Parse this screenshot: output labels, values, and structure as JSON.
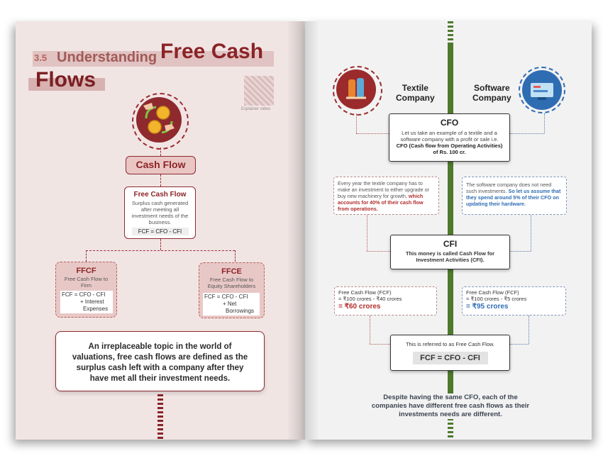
{
  "left": {
    "section_number": "3.5",
    "title_part1": "Understanding",
    "title_part2": "Free Cash",
    "title_part3": "Flows",
    "qr_caption": "Explainer video",
    "cash_flow_label": "Cash Flow",
    "fcf_box": {
      "heading": "Free Cash Flow",
      "description": "Surplus cash generated after meeting all investment needs of the business.",
      "formula": "FCF = CFO - CFI"
    },
    "ffcf_box": {
      "heading": "FFCF",
      "description": "Free Cash Flow to Firm",
      "formula_line1": "FCF = CFO - CFI",
      "formula_line2": "+ Interest",
      "formula_line3": "Expenses"
    },
    "ffce_box": {
      "heading": "FFCE",
      "description": "Free Cash Flow to Equity Shareholders",
      "formula_line1": "FCF = CFO - CFI",
      "formula_line2": "+ Net",
      "formula_line3": "Borrowings"
    },
    "summary": "An irreplaceable topic in the world of valuations, free cash flows are defined as the surplus cash left with a company after they have met all their investment needs."
  },
  "right": {
    "textile_label_1": "Textile",
    "textile_label_2": "Company",
    "software_label_1": "Software",
    "software_label_2": "Company",
    "cfo_box": {
      "heading": "CFO",
      "text": "Let us take an example of a textile and a software company with a profit or sale i.e.",
      "text_bold": "CFO (Cash flow from Operating Activities) of Rs. 100 cr."
    },
    "textile_note": {
      "text": "Every year the textile company has to make an investment to either upgrade or buy new machinery for growth,",
      "highlight": "which accounts for 40% of their cash flow",
      "tail": "from operations."
    },
    "software_note": {
      "text": "The software company does not need such investments.",
      "highlight": "So let us assume that they spend around 5% of their",
      "tail": "CFO on updating their hardware."
    },
    "cfi_box": {
      "heading": "CFI",
      "text": "This money is called Cash Flow for Investment Activities (CFI)."
    },
    "textile_fcf": {
      "line1": "Free Cash Flow (FCF)",
      "line2": "= ₹100 crores - ₹40 crores",
      "result": "= ₹60 crores"
    },
    "software_fcf": {
      "line1": "Free Cash Flow (FCF)",
      "line2": "= ₹100 crores - ₹5 crores",
      "result": "= ₹95 crores"
    },
    "final_box": {
      "text": "This is referred to as Free Cash Flow.",
      "formula": "FCF = CFO - CFI"
    },
    "conclusion": "Despite having the same CFO, each of the companies have different free cash flows as their investments needs are different."
  },
  "colors": {
    "maroon": "#8b2327",
    "green": "#4f7a2e",
    "blue": "#2f6db3",
    "red_text": "#b32d2d"
  }
}
